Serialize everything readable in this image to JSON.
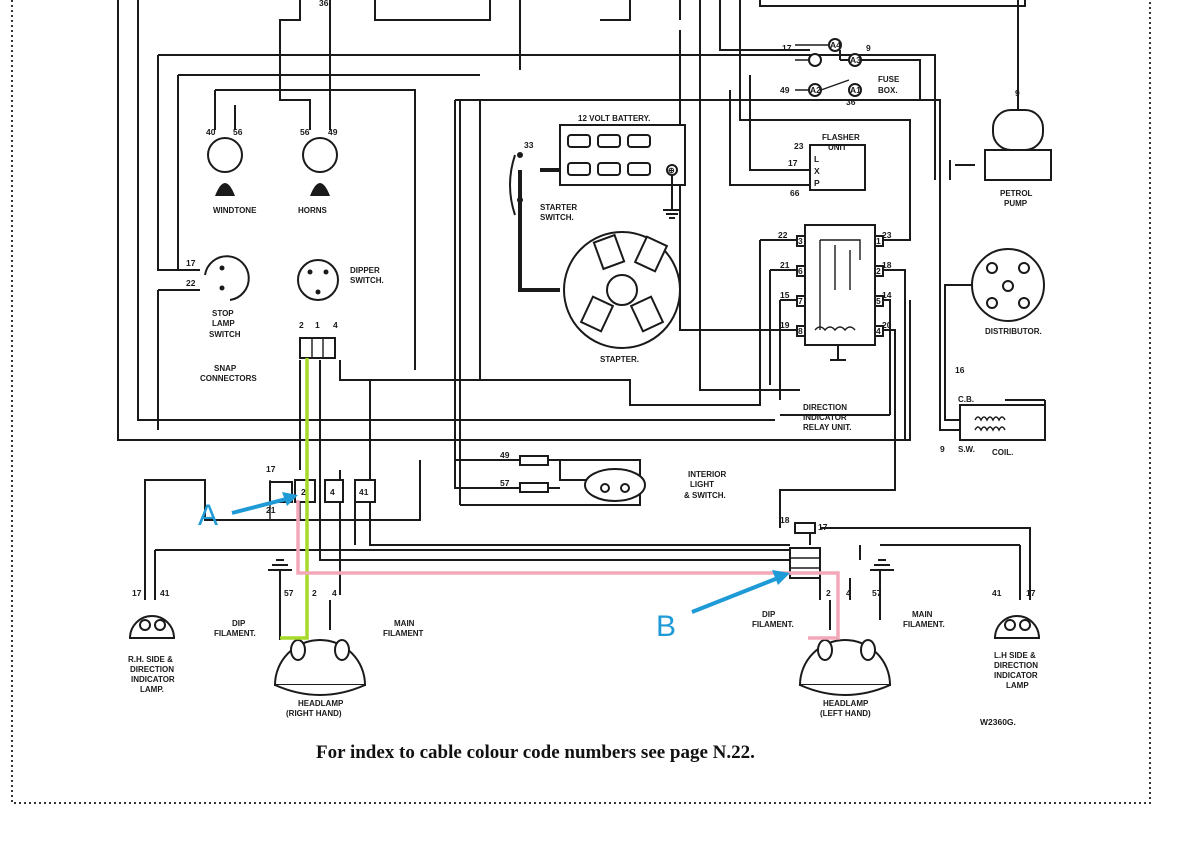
{
  "components": {
    "windtone": "WINDTONE",
    "horns": "HORNS",
    "stop_lamp_switch": [
      "STOP",
      "LAMP",
      "SWITCH"
    ],
    "dipper_switch": [
      "DIPPER",
      "SWITCH."
    ],
    "snap_connectors": [
      "SNAP",
      "CONNECTORS"
    ],
    "battery": "12 VOLT BATTERY.",
    "starter_switch": [
      "STARTER",
      "SWITCH."
    ],
    "starter": "STAPTER.",
    "fuse_box": [
      "FUSE",
      "BOX."
    ],
    "flasher_unit": [
      "FLASHER",
      "UNIT"
    ],
    "petrol_pump": [
      "PETROL",
      "PUMP"
    ],
    "distributor": "DISTRIBUTOR.",
    "relay_unit": [
      "DIRECTION",
      "INDICATOR",
      "RELAY UNIT."
    ],
    "coil": "COIL.",
    "coil_cb": "C.B.",
    "coil_sw": "S.W.",
    "interior_light": [
      "INTERIOR",
      "LIGHT",
      "& SWITCH."
    ],
    "rh_lamp": [
      "R.H. SIDE &",
      "DIRECTION",
      "INDICATOR",
      "LAMP."
    ],
    "lh_lamp": [
      "L.H SIDE &",
      "DIRECTION",
      "INDICATOR",
      "LAMP"
    ],
    "headlamp_rh": [
      "HEADLAMP",
      "(RIGHT HAND)"
    ],
    "headlamp_lh": [
      "HEADLAMP",
      "(LEFT HAND)"
    ],
    "dip_filament_rh": [
      "DIP",
      "FILAMENT."
    ],
    "main_filament_rh": [
      "MAIN",
      "FILAMENT"
    ],
    "dip_filament_lh": [
      "DIP",
      "FILAMENT."
    ],
    "main_filament_lh": [
      "MAIN",
      "FILAMENT."
    ]
  },
  "fuse_labels": [
    "A4",
    "A3",
    "A2",
    "A1"
  ],
  "flasher_pins": [
    "L",
    "X",
    "P"
  ],
  "relay_pins": [
    "3",
    "1",
    "6",
    "2",
    "7",
    "5",
    "8",
    "4"
  ],
  "battery_terminal": "⊕",
  "wires": {
    "w36": "36",
    "w40": "40",
    "w56a": "56",
    "w56b": "56",
    "w49a": "49",
    "w17fuse": "17",
    "w9fuse": "9",
    "w49fuse": "49",
    "w36fuse": "36",
    "w9pump": "9",
    "w23": "23",
    "w17flash": "17",
    "w66": "66",
    "w33": "33",
    "w17stop": "17",
    "w22stop": "22",
    "w2": "2",
    "w1": "1",
    "w4": "4",
    "r22": "22",
    "r23": "23",
    "r21": "21",
    "r18": "18",
    "r15": "15",
    "r14": "14",
    "r19": "19",
    "r20": "20",
    "w16": "16",
    "w9coil": "9",
    "w49int": "49",
    "w57int": "57",
    "c17": "17",
    "c21": "21",
    "c2": "2",
    "c4": "4",
    "c41": "41",
    "w18": "18",
    "w17b": "17",
    "rh17": "17",
    "rh41": "41",
    "h57": "57",
    "h2": "2",
    "h4": "4",
    "lh2": "2",
    "lh4": "4",
    "lh57": "57",
    "lh41": "41",
    "lh17": "17"
  },
  "reference_code": "W2360G.",
  "caption": "For index to cable colour code numbers see page N.22.",
  "callouts": {
    "a": "A",
    "b": "B"
  },
  "colors": {
    "green_wire": "#a6d92a",
    "pink_wire": "#f4a7b9",
    "callout_blue": "#1e9ad6"
  }
}
